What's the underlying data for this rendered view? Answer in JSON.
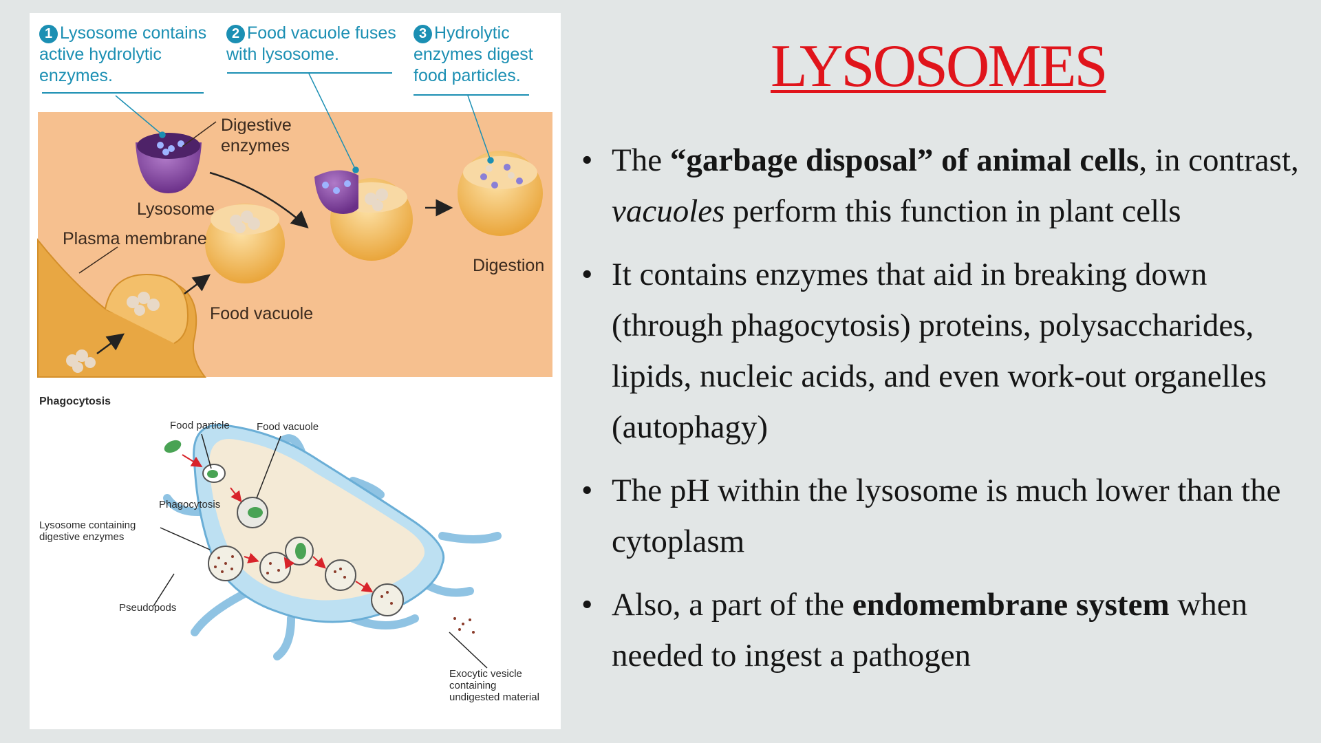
{
  "title": "LYSOSOMES",
  "figure": {
    "steps": [
      {
        "number": "1",
        "lines": [
          "Lysosome contains",
          "active hydrolytic",
          "enzymes."
        ]
      },
      {
        "number": "2",
        "lines": [
          "Food vacuole fuses",
          "with lysosome."
        ]
      },
      {
        "number": "3",
        "lines": [
          "Hydrolytic",
          "enzymes digest",
          "food particles."
        ]
      }
    ],
    "labels": {
      "digestive_enzymes": [
        "Digestive",
        "enzymes"
      ],
      "lysosome": "Lysosome",
      "plasma_membrane": "Plasma membrane",
      "food_vacuole": "Food vacuole",
      "digestion": "Digestion"
    },
    "phagocytosis": {
      "heading": "Phagocytosis",
      "food_particle": "Food particle",
      "food_vacuole": "Food vacuole",
      "phagocytosis": "Phagocytosis",
      "lysosome_containing": [
        "Lysosome containing",
        "digestive enzymes"
      ],
      "pseudopods": "Pseudopods",
      "exocytic_vesicle": [
        "Exocytic vesicle",
        "containing",
        "undigested material"
      ]
    }
  },
  "bullets": [
    {
      "segments": [
        {
          "text": "The ",
          "style": "normal"
        },
        {
          "text": "“garbage disposal” of animal cells",
          "style": "bold"
        },
        {
          "text": ", in contrast, ",
          "style": "normal"
        },
        {
          "text": "vacuoles",
          "style": "italic"
        },
        {
          "text": " perform this function in plant cells",
          "style": "normal"
        }
      ]
    },
    {
      "segments": [
        {
          "text": "It contains enzymes that aid in breaking down (through phagocytosis) proteins, polysaccharides, lipids, nucleic acids, and even work-out organelles (autophagy)",
          "style": "normal"
        }
      ]
    },
    {
      "segments": [
        {
          "text": "The pH within the lysosome is much lower than the cytoplasm",
          "style": "normal"
        }
      ]
    },
    {
      "segments": [
        {
          "text": "Also, a part of the ",
          "style": "normal"
        },
        {
          "text": "endomembrane system",
          "style": "bold"
        },
        {
          "text": " when needed to ingest a pathogen",
          "style": "normal"
        }
      ]
    }
  ],
  "colors": {
    "title": "#e0141b",
    "step_accent": "#1b8fb3",
    "diagram_background": "#f6c08f",
    "lysosome": "#7c3e9b",
    "vacuole": "#f1b24a",
    "food_particle": "#49a354",
    "cell_membrane": "#8fc3e3"
  }
}
